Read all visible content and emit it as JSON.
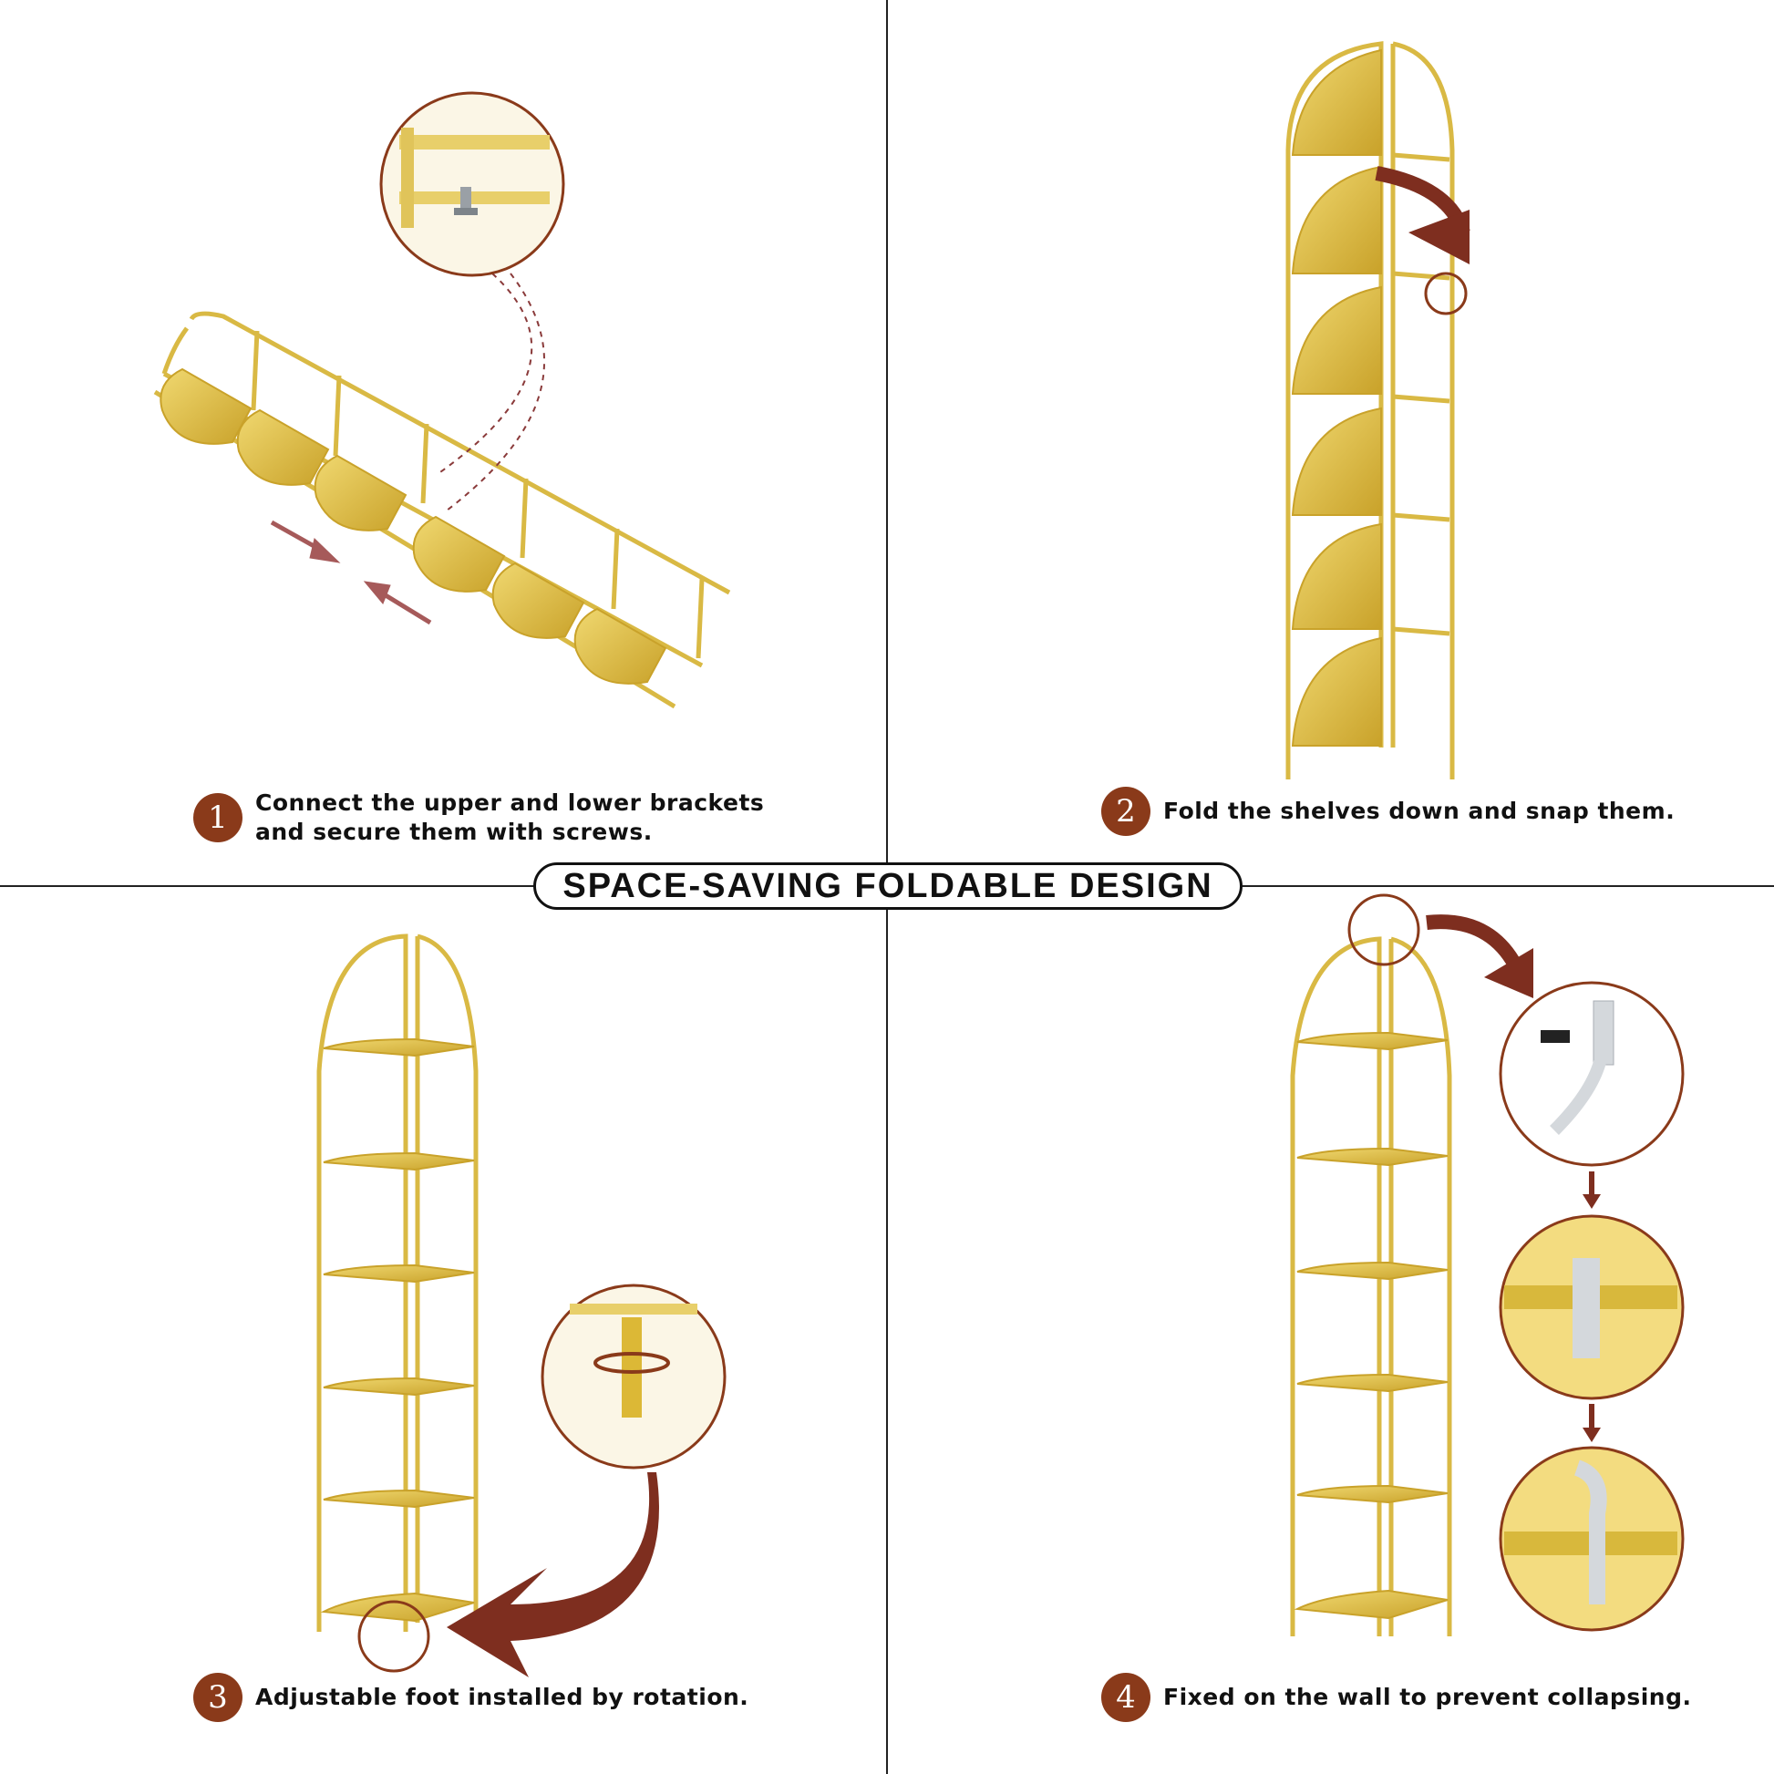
{
  "title": "SPACE-SAVING FOLDABLE DESIGN",
  "colors": {
    "gold_frame": "#d9b944",
    "gold_shelf": "#dcb836",
    "accent_brown": "#8a3a1a",
    "arrow_red": "#7e2e1f",
    "divider": "#222222"
  },
  "steps": [
    {
      "number": "1",
      "lines": [
        "Connect the upper and lower brackets",
        "and secure them with screws."
      ]
    },
    {
      "number": "2",
      "lines": [
        "Fold the shelves down and snap them."
      ]
    },
    {
      "number": "3",
      "lines": [
        "Adjustable foot installed by rotation."
      ]
    },
    {
      "number": "4",
      "lines": [
        "Fixed on the wall to prevent collapsing."
      ]
    }
  ],
  "icons": [
    "screw-icon",
    "rotation-arrow-icon",
    "wall-anchor-strap-icon",
    "fold-arrow-icon"
  ]
}
